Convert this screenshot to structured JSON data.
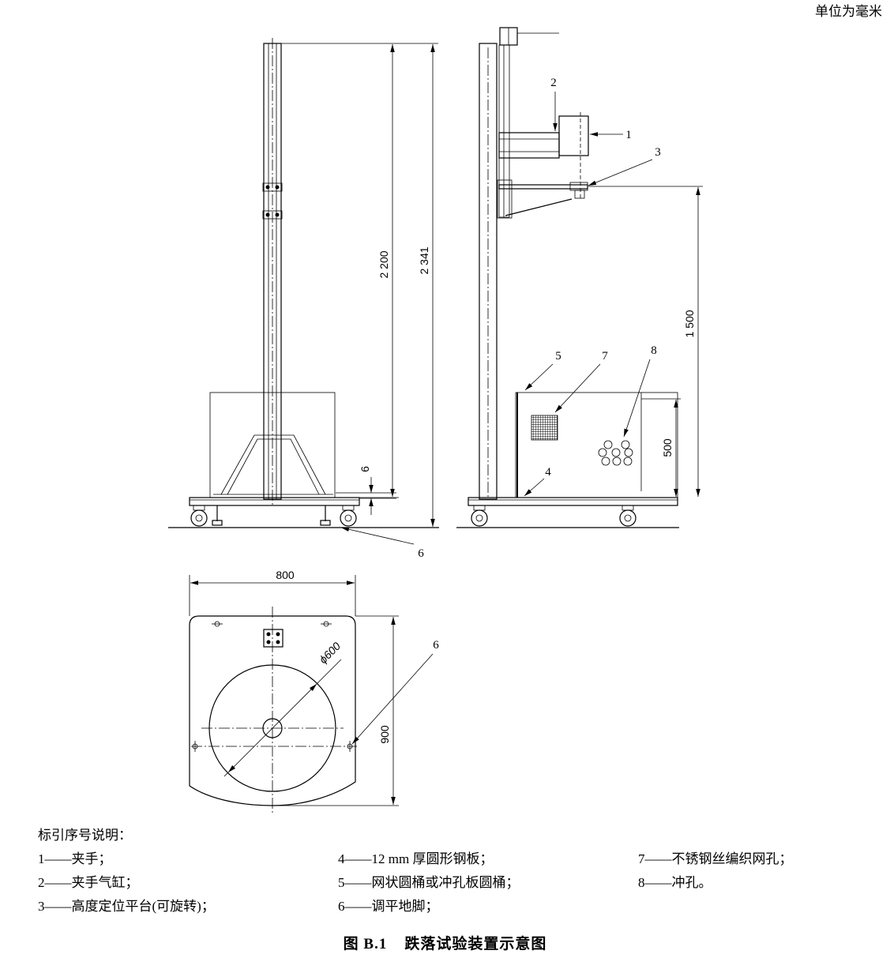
{
  "units_note": "单位为毫米",
  "front_view": {
    "dim_column_height": "2 200",
    "dim_total_height": "2 341",
    "dim_gap": "6",
    "callout_feet": "6"
  },
  "side_view": {
    "callout_clamp": "1",
    "callout_cylinder": "2",
    "callout_platform": "3",
    "callout_plate": "4",
    "callout_drum": "5",
    "callout_mesh": "7",
    "callout_holes": "8",
    "dim_drop_height": "1 500",
    "dim_drum_height": "500"
  },
  "plan_view": {
    "dim_width": "800",
    "dim_depth": "900",
    "dim_diameter": "ϕ600",
    "callout_feet": "6"
  },
  "legend": {
    "title": "标引序号说明：",
    "items": [
      "1——夹手；",
      "2——夹手气缸；",
      "3——高度定位平台(可旋转)；",
      "4——12 mm 厚圆形钢板；",
      "5——网状圆桶或冲孔板圆桶；",
      "6——调平地脚；",
      "7——不锈钢丝编织网孔；",
      "8——冲孔。"
    ]
  },
  "caption": {
    "number": "图 B.1",
    "title": "跌落试验装置示意图"
  }
}
